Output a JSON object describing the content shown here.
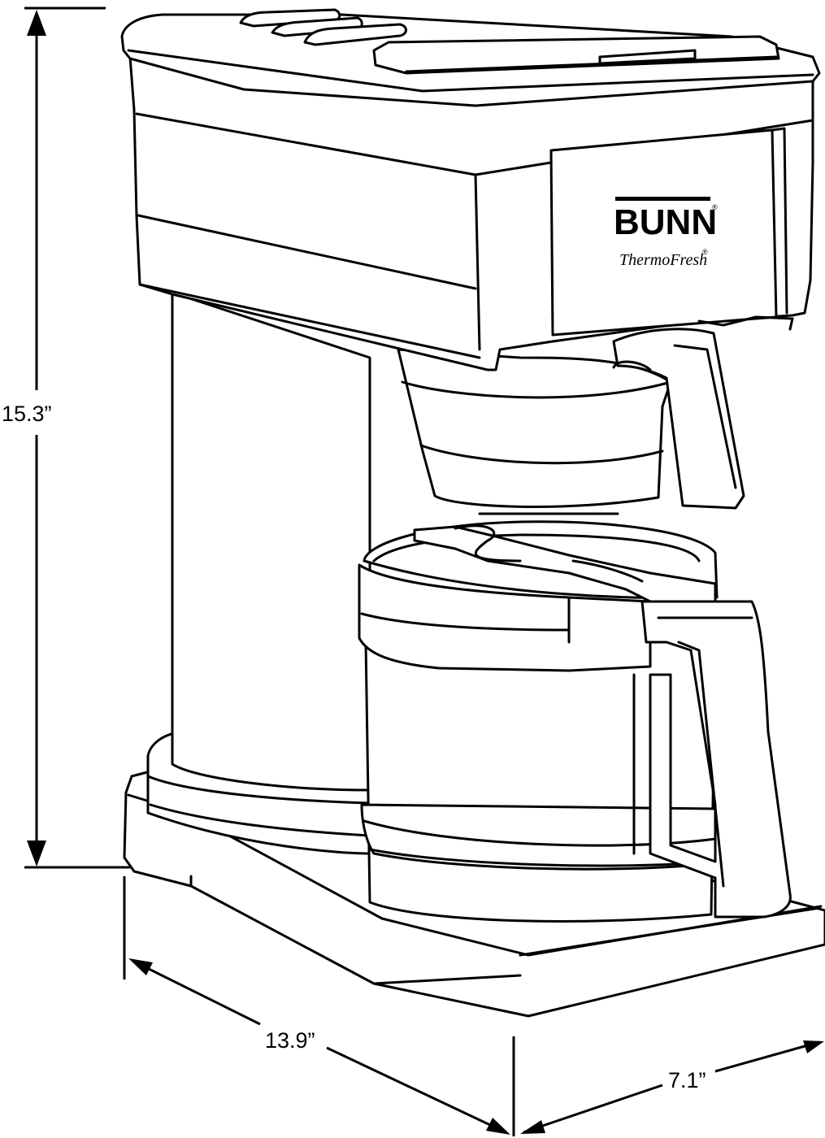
{
  "dimensions": {
    "height": "15.3”",
    "width": "13.9”",
    "depth": "7.1”"
  },
  "logo": {
    "brand": "BUNN",
    "brand_reg": "®",
    "product": "ThermoFresh",
    "product_reg": "®"
  },
  "line_color": "#000000",
  "background_color": "#ffffff"
}
